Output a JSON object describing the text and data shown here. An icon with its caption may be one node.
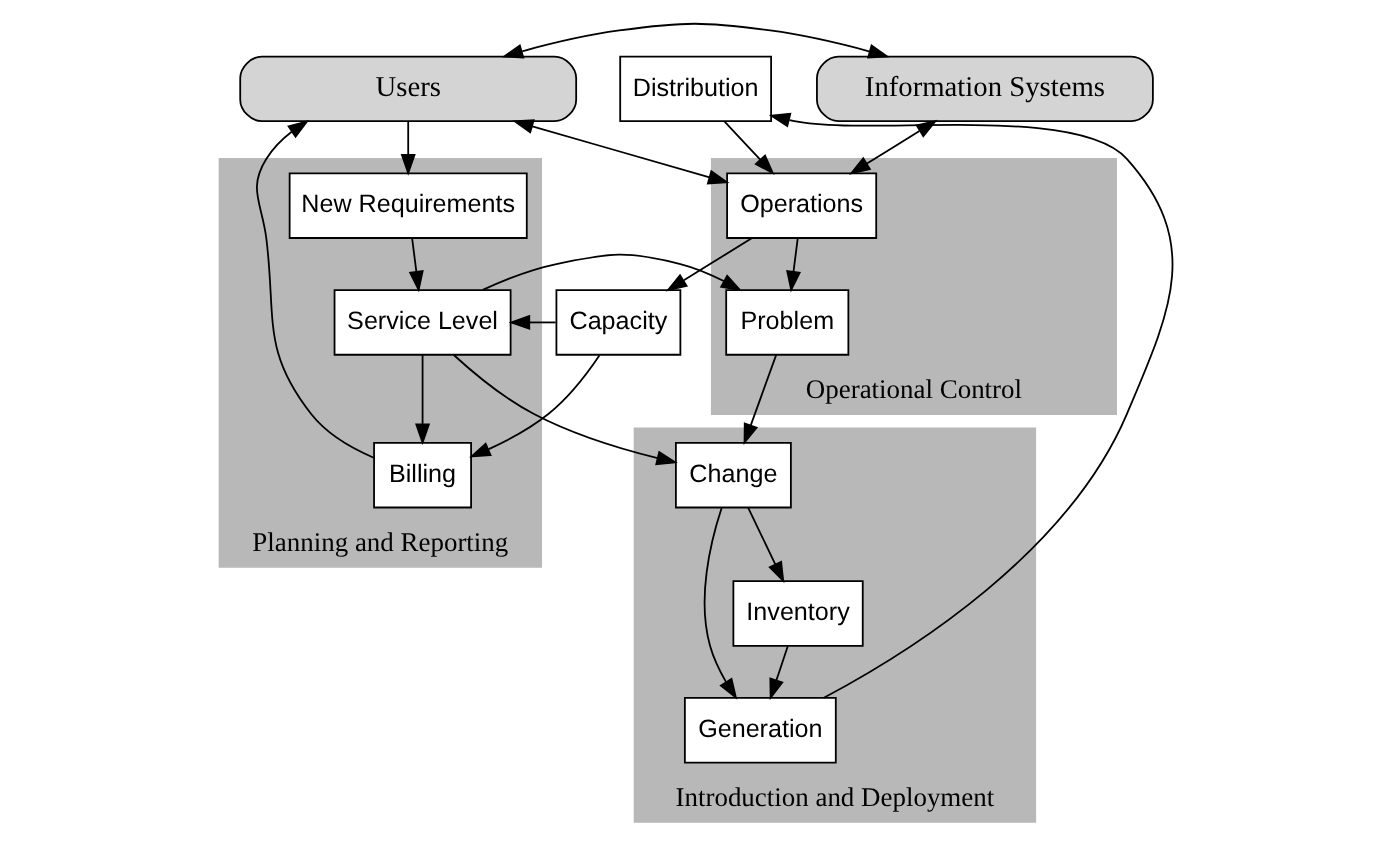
{
  "diagram": {
    "nodes": [
      {
        "text": [
          "Users"
        ]
      },
      {
        "text": [
          "Information Systems"
        ]
      },
      {
        "text": [
          "Planning and Reporting"
        ]
      },
      {
        "text": [
          "New Requirements"
        ],
        "in": 2
      },
      {
        "text": [
          "Billing"
        ],
        "in": 2
      },
      {
        "text": [
          "Capacity"
        ]
      },
      {
        "text": [
          "Service Level"
        ],
        "in": 2
      },
      {
        "text": [
          "Operational Control"
        ]
      },
      {
        "text": [
          "Operations"
        ],
        "in": 7
      },
      {
        "text": [
          "Problem"
        ],
        "in": 7
      },
      {
        "text": [
          "Distribution"
        ]
      },
      {
        "text": [
          "Introduction and Deployment"
        ]
      },
      {
        "text": [
          "Generation"
        ],
        "in": 11
      },
      {
        "text": [
          "Inventory"
        ],
        "in": 11
      },
      {
        "text": [
          "Change"
        ],
        "in": 11
      }
    ],
    "edges": [
      {
        "from": 0,
        "to": 1,
        "arrow": "both"
      },
      {
        "from": 0,
        "to": 3,
        "arrow": "to"
      },
      {
        "from": 4,
        "to": 0,
        "arrow": "to"
      },
      {
        "from": 0,
        "to": 8,
        "arrow": "both"
      },
      {
        "from": 1,
        "to": 8,
        "arrow": "both"
      },
      {
        "from": 10,
        "to": 8,
        "arrow": "to"
      },
      {
        "from": 8,
        "to": 9,
        "arrow": "to"
      },
      {
        "from": 8,
        "to": 5,
        "arrow": "to"
      },
      {
        "from": 3,
        "to": 6,
        "arrow": "to"
      },
      {
        "from": 6,
        "to": 4,
        "arrow": "to"
      },
      {
        "from": 5,
        "to": 4,
        "arrow": "to"
      },
      {
        "from": 5,
        "to": 6,
        "arrow": "to"
      },
      {
        "from": 6,
        "to": 9,
        "arrow": "to"
      },
      {
        "from": 9,
        "to": 14,
        "arrow": "to"
      },
      {
        "from": 6,
        "to": 14,
        "arrow": "to"
      },
      {
        "from": 14,
        "to": 12,
        "arrow": "to"
      },
      {
        "from": 14,
        "to": 13,
        "arrow": "to"
      },
      {
        "from": 13,
        "to": 12,
        "arrow": "to"
      },
      {
        "from": 12,
        "to": 10,
        "arrow": "to"
      }
    ]
  }
}
